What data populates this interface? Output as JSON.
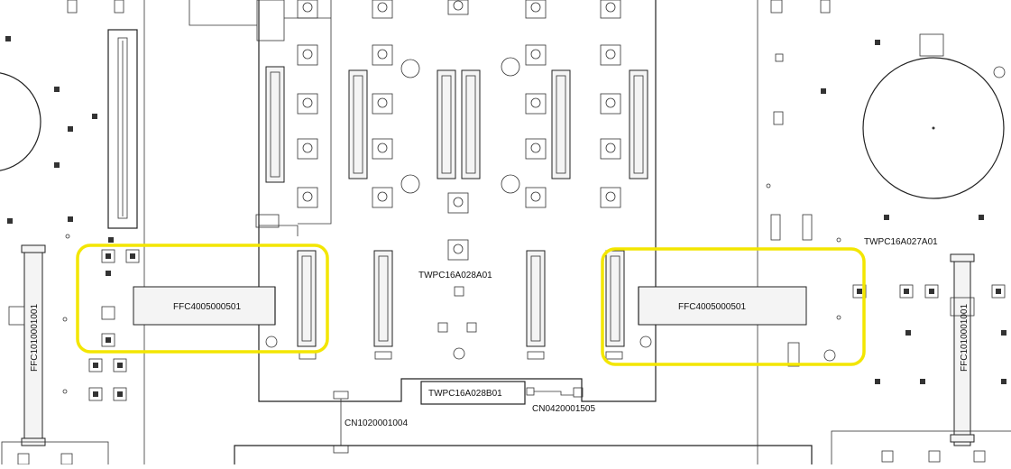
{
  "labels": {
    "ffc_left": "FFC4005000501",
    "ffc_right": "FFC4005000501",
    "vert_left": "FFC1010001001",
    "vert_right": "FFC1010001001",
    "board_center": "TWPC16A028A01",
    "board_right": "TWPC16A027A01",
    "board_small": "TWPC16A028B01",
    "cn_bottom": "CN1020001004",
    "cn_right": "CN0420001505"
  },
  "colors": {
    "highlight": "#f3e600",
    "line": "#222222",
    "background": "#ffffff"
  }
}
